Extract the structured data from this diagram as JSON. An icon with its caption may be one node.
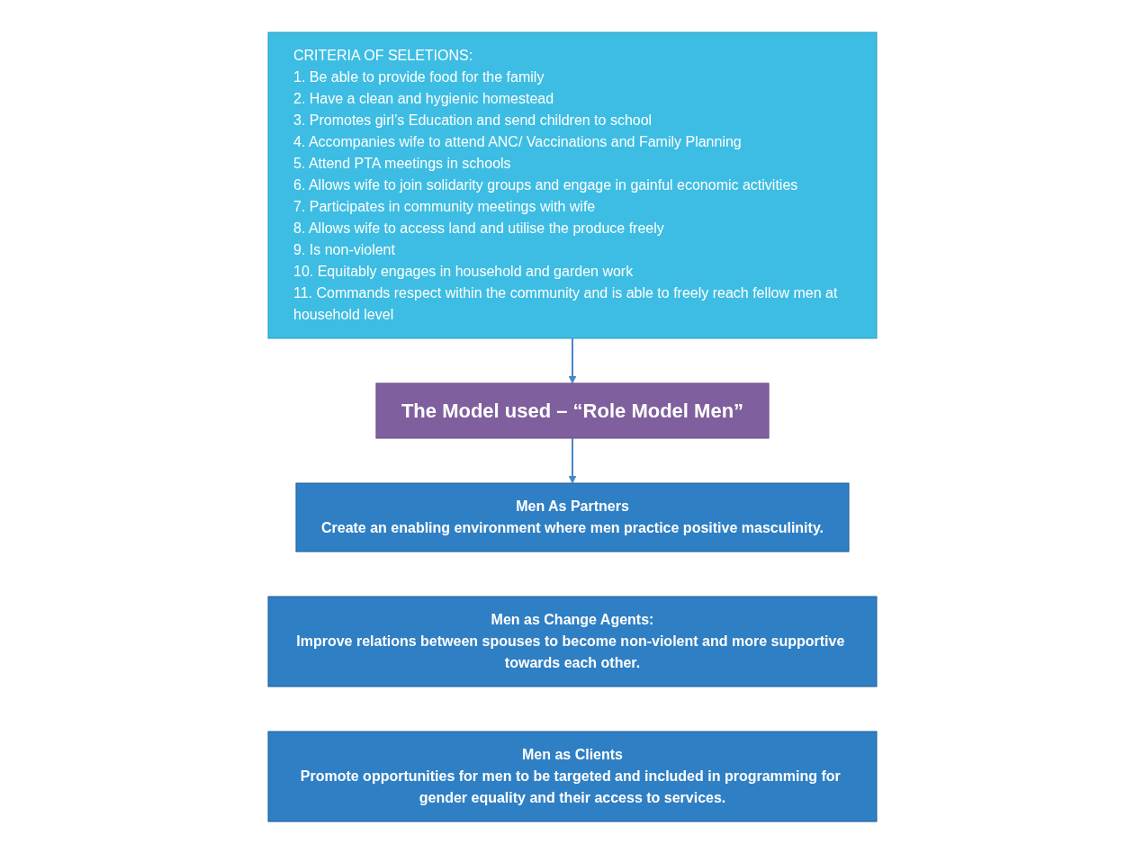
{
  "diagram": {
    "nodes": [
      {
        "text": [
          "CRITERIA OF SELETIONS:",
          "1. Be able to provide food for the family",
          "2. Have a clean and hygienic homestead",
          "3. Promotes girl’s Education and send children to school",
          "4. Accompanies wife to attend ANC/ Vaccinations and Family Planning",
          "5. Attend PTA meetings in schools",
          "6. Allows wife to join solidarity groups and engage in gainful economic activities",
          "7. Participates in community meetings with wife",
          "8. Allows wife to access land and utilise the produce freely",
          "9. Is non-violent",
          "10. Equitably engages in household and garden work",
          "11. Commands respect within the community and is able to freely reach fellow men at household level"
        ]
      },
      {
        "text": [
          "The Model used – “Role Model Men”"
        ]
      },
      {
        "text": [
          "Men As Partners",
          "Create an enabling environment where men practice positive masculinity."
        ]
      },
      {
        "text": [
          "Men as Change Agents:",
          "Improve relations between spouses to become non-violent and more supportive towards each other."
        ]
      },
      {
        "text": [
          "Men as Clients",
          "Promote opportunities for men to be targeted and included in programming for gender equality and their access to services."
        ]
      }
    ],
    "edges": [
      {
        "from": 0,
        "to": 1,
        "arrow": "to"
      },
      {
        "from": 1,
        "to": 2,
        "arrow": "to"
      }
    ]
  }
}
